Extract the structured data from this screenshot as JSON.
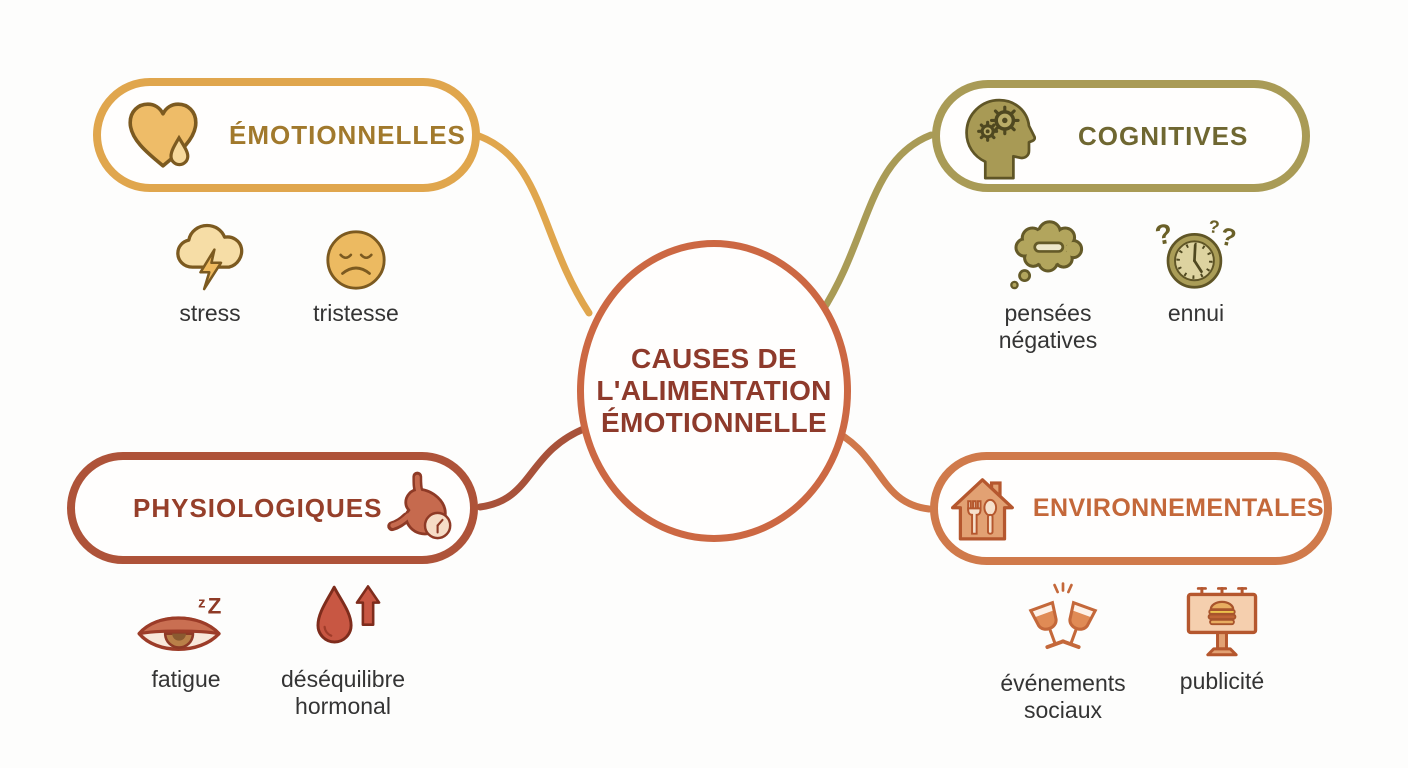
{
  "diagram_type": "mind-map",
  "background_color": "#fdfdfc",
  "center": {
    "title_lines": [
      "CAUSES DE",
      "L'ALIMENTATION",
      "ÉMOTIONNELLE"
    ],
    "border_color": "#cc6843",
    "text_color": "#8e3a2b"
  },
  "item_label_color": "#343434",
  "branches": [
    {
      "name": "emotionnelles",
      "label": "ÉMOTIONNELLES",
      "icon": "heart-with-drop-icon",
      "position": "top-left",
      "border_color": "#e0a64d",
      "label_color": "#a1792c",
      "items": [
        {
          "icon": "storm-cloud-lightning-icon",
          "lines": [
            "stress"
          ]
        },
        {
          "icon": "sad-face-icon",
          "lines": [
            "tristesse"
          ]
        }
      ]
    },
    {
      "name": "cognitives",
      "label": "COGNITIVES",
      "icon": "head-with-gears-icon",
      "position": "top-right",
      "border_color": "#a99b56",
      "label_color": "#6f6731",
      "items": [
        {
          "icon": "thought-bubble-minus-icon",
          "lines": [
            "pensées",
            "négatives"
          ]
        },
        {
          "icon": "clock-question-marks-icon",
          "lines": [
            "ennui"
          ]
        }
      ]
    },
    {
      "name": "physiologiques",
      "label": "PHYSIOLOGIQUES",
      "icon": "stomach-clock-icon",
      "position": "bottom-left",
      "border_color": "#ae5339",
      "label_color": "#963f2a",
      "items": [
        {
          "icon": "sleepy-eye-icon",
          "lines": [
            "fatigue"
          ]
        },
        {
          "icon": "blood-drop-arrow-icon",
          "lines": [
            "déséquilibre",
            "hormonal"
          ]
        }
      ]
    },
    {
      "name": "environnementales",
      "label": "ENVIRONNEMENTALES",
      "icon": "house-cutlery-icon",
      "position": "bottom-right",
      "border_color": "#d07a4b",
      "label_color": "#c4683a",
      "items": [
        {
          "icon": "clinking-glasses-icon",
          "lines": [
            "événements",
            "sociaux"
          ]
        },
        {
          "icon": "billboard-burger-icon",
          "lines": [
            "publicité"
          ]
        }
      ]
    }
  ]
}
